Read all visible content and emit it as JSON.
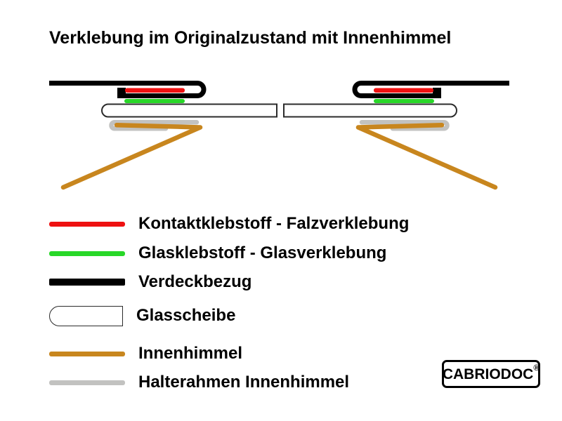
{
  "header": {
    "title": "Verklebung im Originalzustand mit Innenhimmel"
  },
  "colors": {
    "red": "#EE1111",
    "green": "#28D728",
    "black": "#000000",
    "brown": "#C8861E",
    "gray": "#C2C2C0",
    "glass_border": "#2B2B2B"
  },
  "legend": {
    "items": [
      {
        "swatch": "red-line",
        "label": "Kontaktklebstoff - Falzverklebung"
      },
      {
        "swatch": "green-line",
        "label": "Glasklebstoff - Glasverklebung"
      },
      {
        "swatch": "black-line",
        "label": "Verdeckbezug"
      },
      {
        "swatch": "glass-shape",
        "label": "Glasscheibe"
      },
      {
        "swatch": "brown-line",
        "label": "Innenhimmel"
      },
      {
        "swatch": "gray-line",
        "label": "Halterahmen Innenhimmel"
      }
    ]
  },
  "logo": {
    "text": "CABRIODOC",
    "registered_mark": "®"
  }
}
